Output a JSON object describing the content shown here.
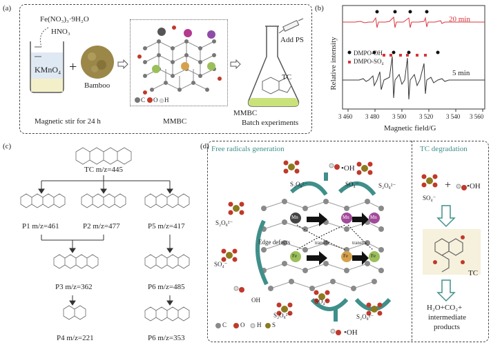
{
  "panel_a": {
    "letter": "(a)",
    "fe_reagent": "Fe(NO₃)₃·9H₂O",
    "acid": "HNO₃",
    "kmno4": "KMnO₄",
    "bamboo": "Bamboo",
    "stir": "Magnetic stir for 24 h",
    "mmbc_center": "MMBC",
    "legend_c": "C",
    "legend_o": "O",
    "legend_h": "H",
    "add_ps": "Add PS",
    "tc": "TC",
    "mmbc_flask": "MMBC",
    "batch": "Batch experiments"
  },
  "panel_b": {
    "letter": "(b)",
    "time_20": "20 min",
    "time_5": "5 min",
    "legend_oh": "DMPO-OH",
    "legend_so4": "DMPO-SO₄",
    "ylabel": "Relative intensity",
    "xlabel": "Magnetic field/G",
    "ticks": [
      "3 460",
      "3 480",
      "3 500",
      "3 520",
      "3 540",
      "3 560"
    ]
  },
  "panel_c": {
    "letter": "(c)",
    "tc": "TC m/z=445",
    "p1": "P1 m/z=461",
    "p2": "P2 m/z=477",
    "p5": "P5 m/z=417",
    "p3": "P3 m/z=362",
    "p6a": "P6 m/z=485",
    "p4": "P4 m/z=221",
    "p6b": "P6 m/z=353"
  },
  "panel_d": {
    "letter": "(d)",
    "free_radicals": "Free radicals generation",
    "tc_degradation": "TC degradation",
    "oh_top": "•OH",
    "s2o8_1": "S₂O₈²⁻",
    "so4_1": "SO₄⁻",
    "s2o8_2": "S₂O₈²⁻",
    "s2o8_left": "S₂O₈²⁻",
    "edge": "Edge defects",
    "transfer1": "transfer",
    "transfer2": "transfer",
    "mn1": "Mn",
    "mn2": "Mn",
    "mn3": "Mn",
    "fe1": "Fe",
    "fe2": "Fe",
    "fe3": "Fe",
    "so4_left": "SO₄⁻",
    "oh_left": "OH",
    "so4_bottom": "SO₄⁻",
    "s2o8_b1": "S₂O₈²⁻",
    "s2o8_b2": "S₂O₈²⁻",
    "oh_bottom": "•OH",
    "legend_c": "C",
    "legend_o": "O",
    "legend_h": "H",
    "legend_s": "S",
    "so4_right": "SO₄⁻",
    "plus": "+",
    "oh_right": "•OH",
    "tc_right": "TC",
    "products_1": "H₂O+CO₂+",
    "products_2": "intermediate",
    "products_3": "products"
  },
  "colors": {
    "teal": "#3f8f8a",
    "red_trace": "#d9343b",
    "black_trace": "#333333",
    "fe": "#c9b245",
    "s": "#8c7a1f",
    "o": "#c0392b"
  }
}
